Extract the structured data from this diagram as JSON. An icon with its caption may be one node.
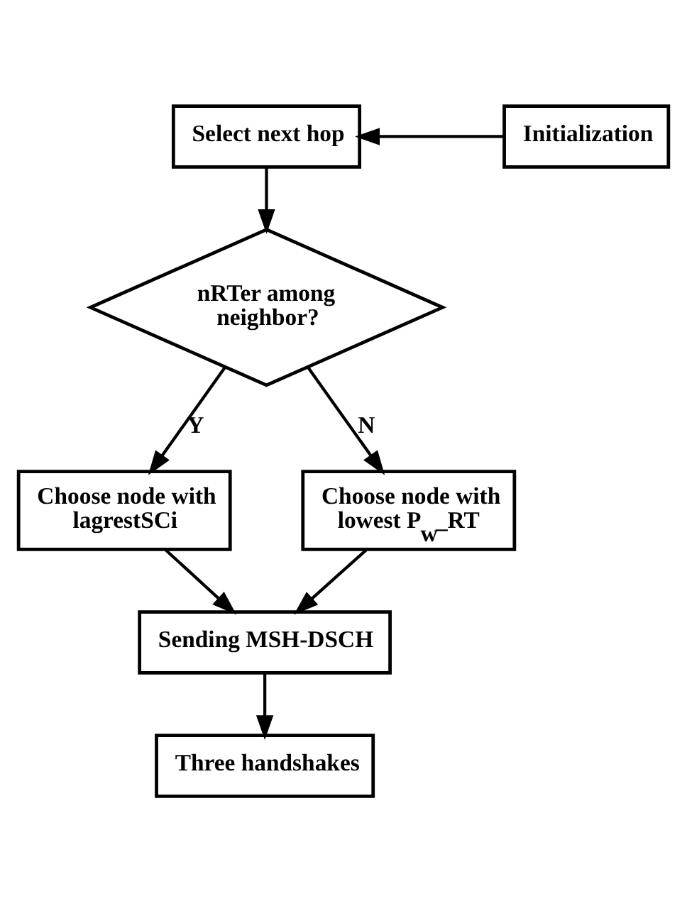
{
  "diagram": {
    "nodes": [
      {
        "text": [
          "Select next hop"
        ]
      },
      {
        "text": [
          "Initialization"
        ]
      },
      {
        "text": [
          "nRTer among neighbor?"
        ]
      },
      {
        "text": [
          "Choose node with lagrestSCi"
        ]
      },
      {
        "text": [
          "Choose node with lowest P$_{w}$_RT"
        ]
      },
      {
        "text": [
          "Sending MSH-DSCH"
        ]
      },
      {
        "text": [
          "Three handshakes"
        ]
      }
    ],
    "edges": [
      {
        "from": 1,
        "to": 0,
        "arrow": "to"
      },
      {
        "from": 0,
        "to": 2,
        "arrow": "to"
      },
      {
        "from": 2,
        "to": 3,
        "arrow": "to",
        "label": "Y"
      },
      {
        "from": 2,
        "to": 4,
        "arrow": "to",
        "label": "N"
      },
      {
        "from": 3,
        "to": 5,
        "arrow": "to"
      },
      {
        "from": 4,
        "to": 5,
        "arrow": "to"
      },
      {
        "from": 5,
        "to": 6,
        "arrow": "to"
      }
    ]
  }
}
